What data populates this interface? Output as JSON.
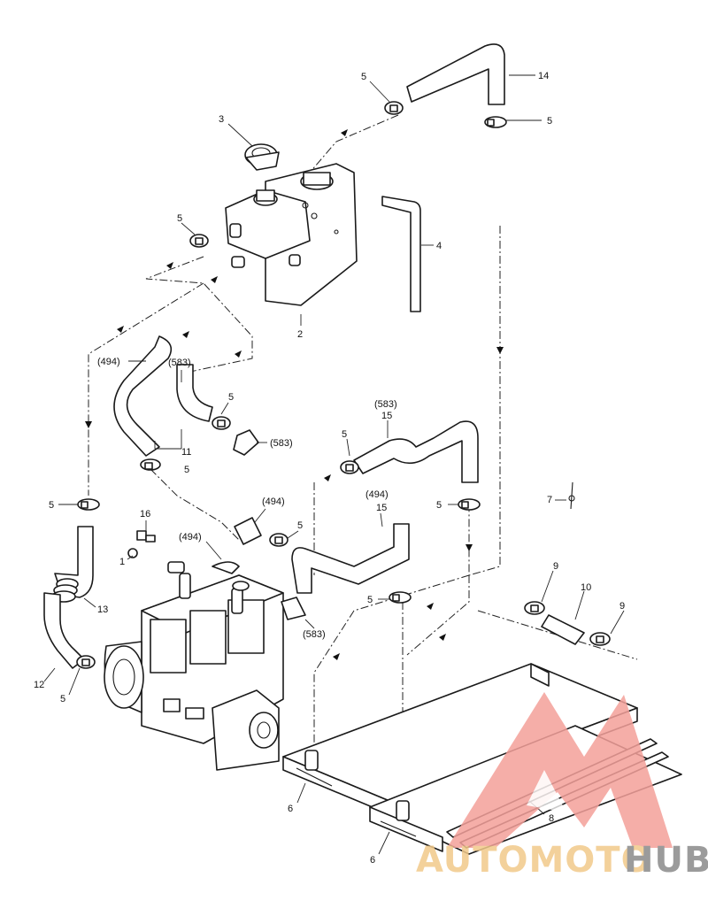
{
  "callouts": {
    "c1": "1",
    "c2": "2",
    "c3": "3",
    "c4": "4",
    "c5a": "5",
    "c5b": "5",
    "c5c": "5",
    "c5d": "5",
    "c5e": "5",
    "c5f": "5",
    "c5g": "5",
    "c5h": "5",
    "c5i": "5",
    "c5j": "5",
    "c5k": "5",
    "c6a": "6",
    "c6b": "6",
    "c7": "7",
    "c8": "8",
    "c9a": "9",
    "c9b": "9",
    "c10": "10",
    "c11": "11",
    "c12": "12",
    "c13": "13",
    "c14": "14",
    "c15a": "15",
    "c15b": "15",
    "c16": "16",
    "r583a": "(583)",
    "r583b": "(583)",
    "r583c": "(583)",
    "r583d": "(583)",
    "r494a": "(494)",
    "r494b": "(494)",
    "r494c": "(494)",
    "r494d": "(494)"
  },
  "watermark": {
    "text_part1": "AUTOMOTO",
    "text_part2": "HUB",
    "color_primary": "#f4a09a",
    "color_accent": "#e8564d",
    "color_secondary": "#8a8a8a",
    "color_gold": "#f2c98a"
  },
  "icons": [
    "flow-arrow-icon",
    "hose-clamp-icon",
    "logo-triangle-icon"
  ]
}
